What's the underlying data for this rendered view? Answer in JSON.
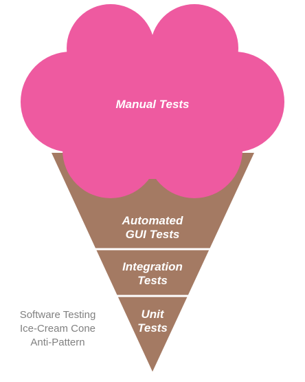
{
  "diagram": {
    "colors": {
      "scoop": "#ee5aa0",
      "cone": "#a47a63",
      "separator": "#ffffff",
      "label": "#ffffff",
      "caption": "#808080"
    },
    "scoop": {
      "label": "Manual Tests"
    },
    "layers": [
      {
        "line1": "Automated",
        "line2": "GUI Tests"
      },
      {
        "line1": "Integration",
        "line2": "Tests"
      },
      {
        "line1": "Unit",
        "line2": "Tests"
      }
    ],
    "caption": {
      "line1": "Software Testing",
      "line2": "Ice-Cream Cone",
      "line3": "Anti-Pattern"
    }
  }
}
